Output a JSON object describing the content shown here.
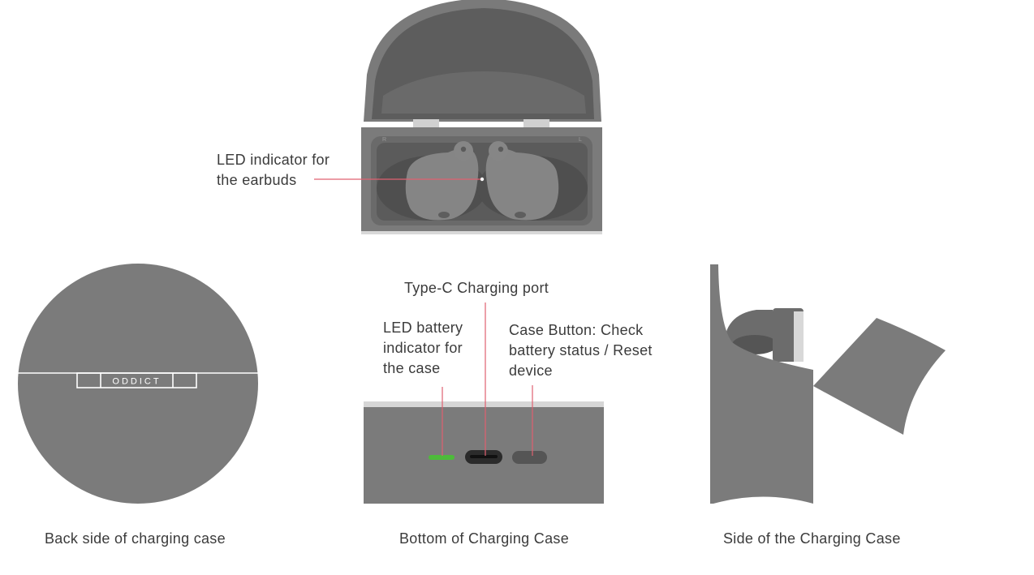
{
  "callouts": {
    "led_earbuds_line1": "LED indicator for",
    "led_earbuds_line2": "the earbuds",
    "type_c_port": "Type-C Charging port",
    "led_battery_line1": "LED battery",
    "led_battery_line2": "indicator for",
    "led_battery_line3": "the case",
    "case_button_line1": "Case Button: Check",
    "case_button_line2": "battery status / Reset",
    "case_button_line3": "device"
  },
  "captions": {
    "back": "Back side of charging case",
    "bottom": "Bottom of Charging Case",
    "side": "Side of the Charging Case"
  },
  "brand": {
    "logo_text": "ODDICT",
    "earbud_right_mark": "R",
    "earbud_left_mark": "L"
  },
  "colors": {
    "case_body": "#7b7b7b",
    "case_dark": "#5e5e5e",
    "case_light": "#d4d4d4",
    "callout_line": "#e06070",
    "led_green": "#4dbb3a",
    "port_black": "#1e1e1e"
  }
}
